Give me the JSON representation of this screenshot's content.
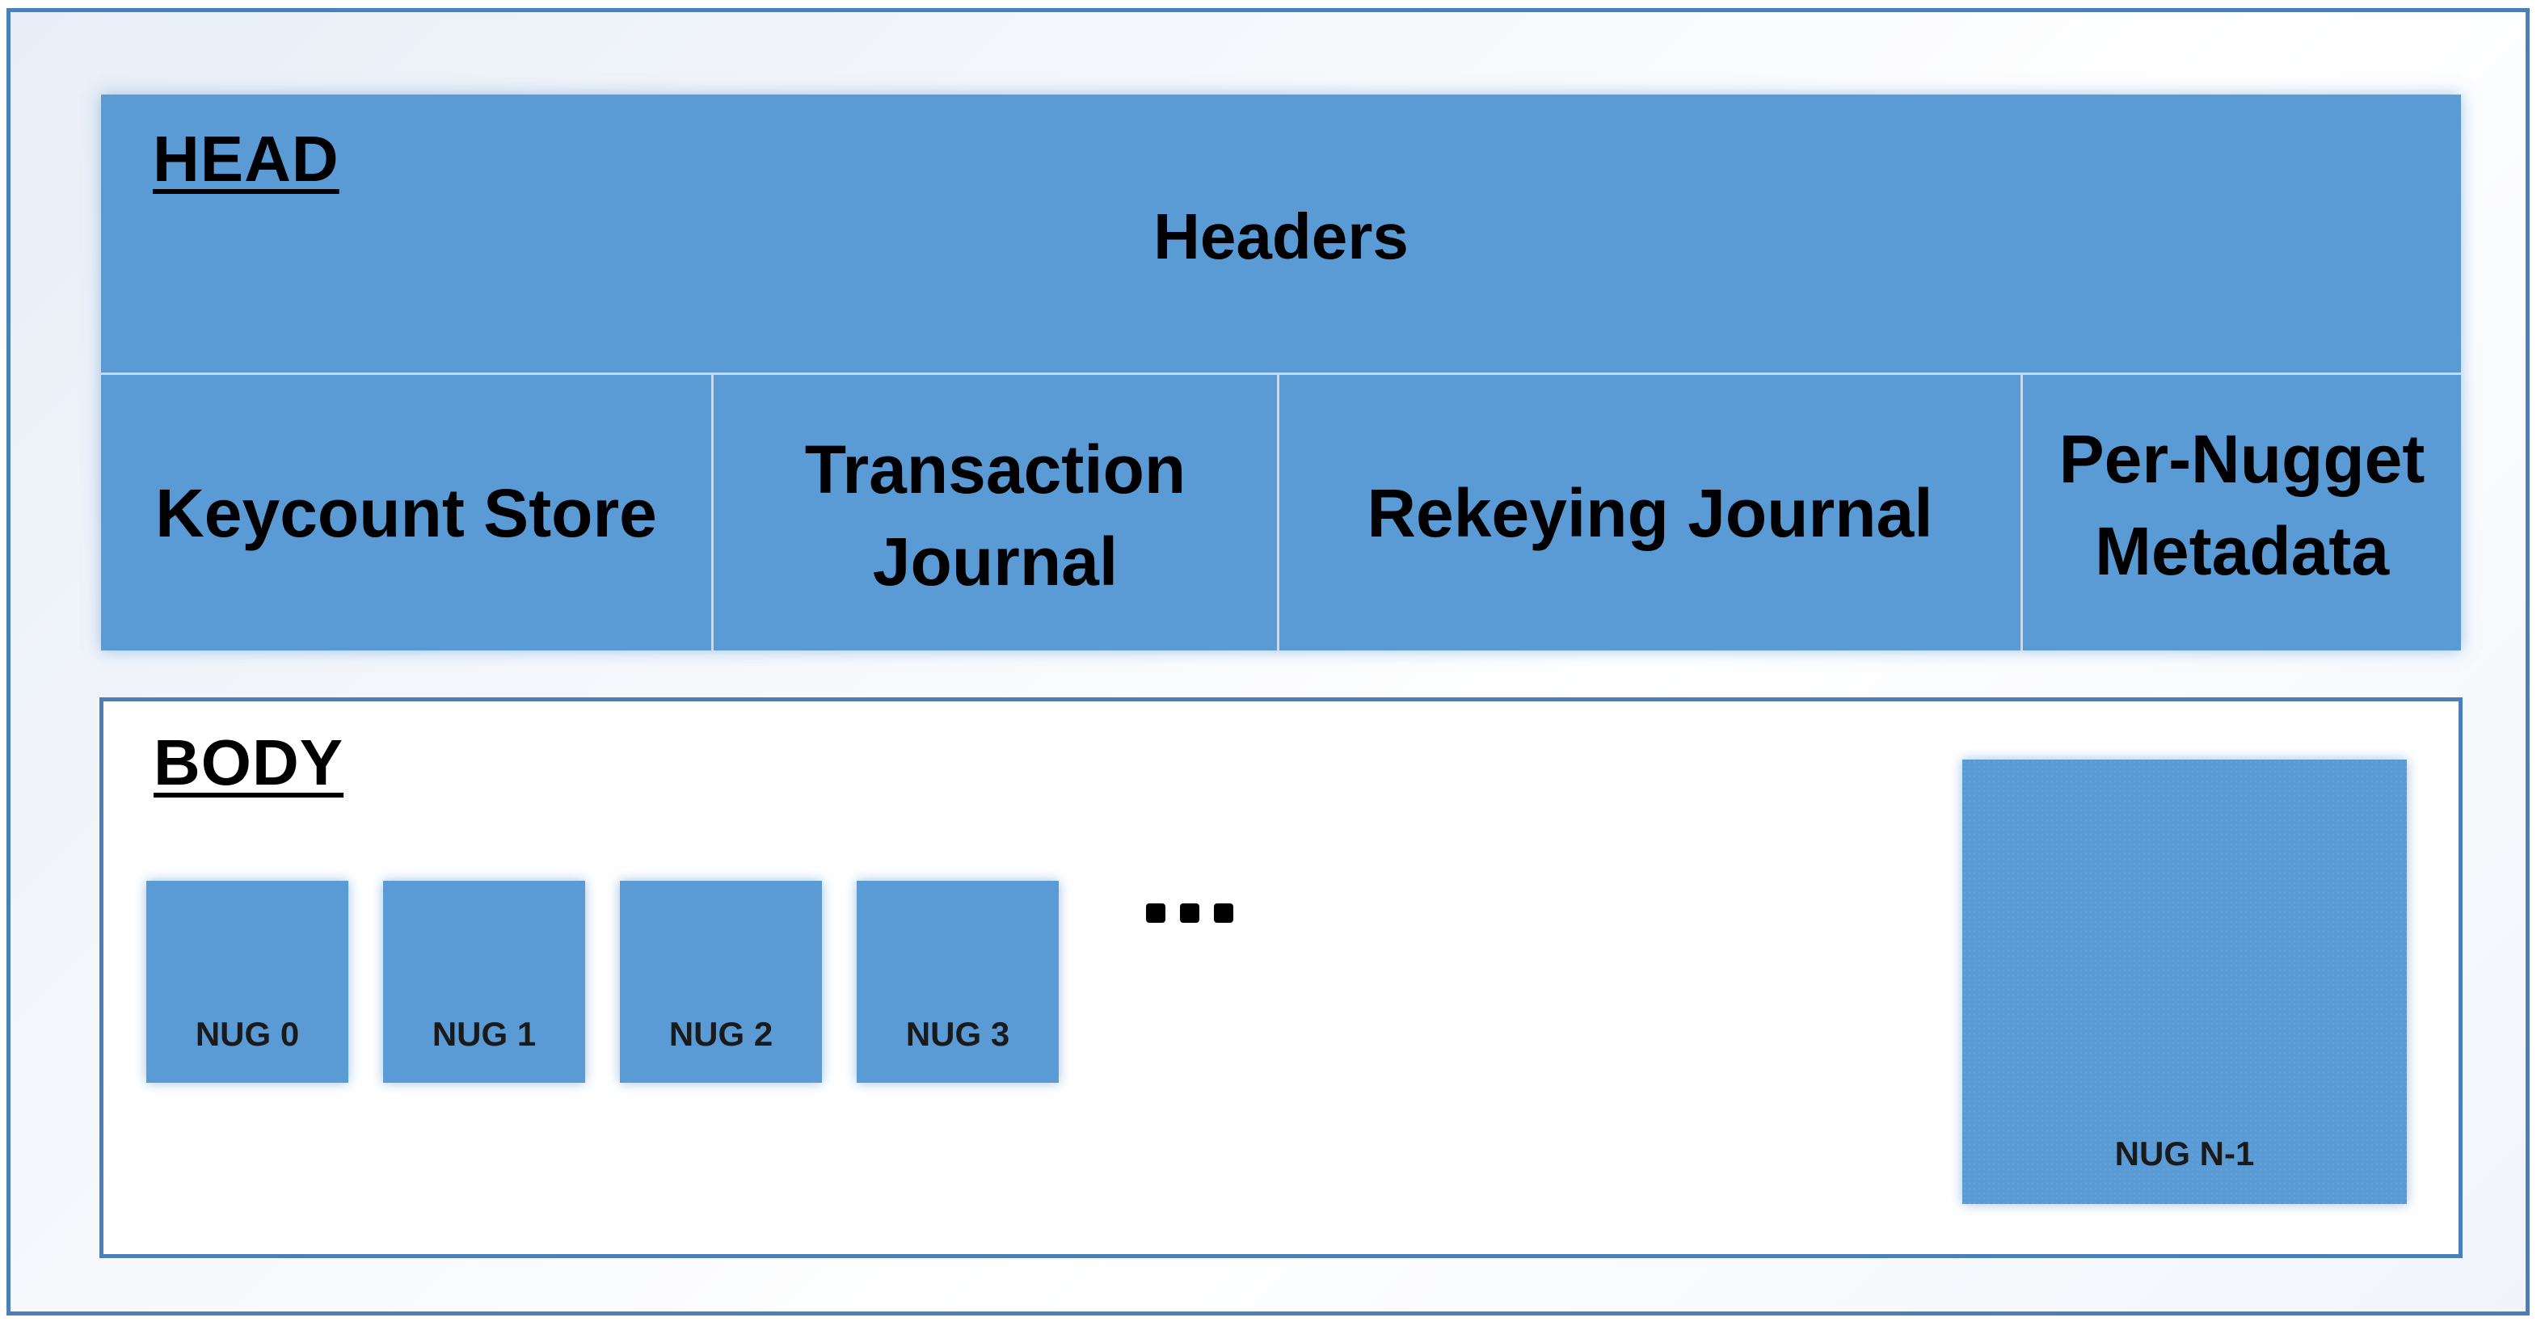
{
  "head": {
    "label": "HEAD",
    "headers": "Headers",
    "components": [
      "Keycount Store",
      "Transaction Journal",
      "Rekeying Journal",
      "Per-Nugget Metadata"
    ]
  },
  "body": {
    "label": "BODY",
    "nuggets": [
      "NUG 0",
      "NUG 1",
      "NUG 2",
      "NUG 3"
    ],
    "last_nugget": "NUG N-1"
  },
  "colors": {
    "block_fill": "#5b9bd5",
    "border": "#4a7fb8",
    "divider": "#c9d9ec"
  }
}
